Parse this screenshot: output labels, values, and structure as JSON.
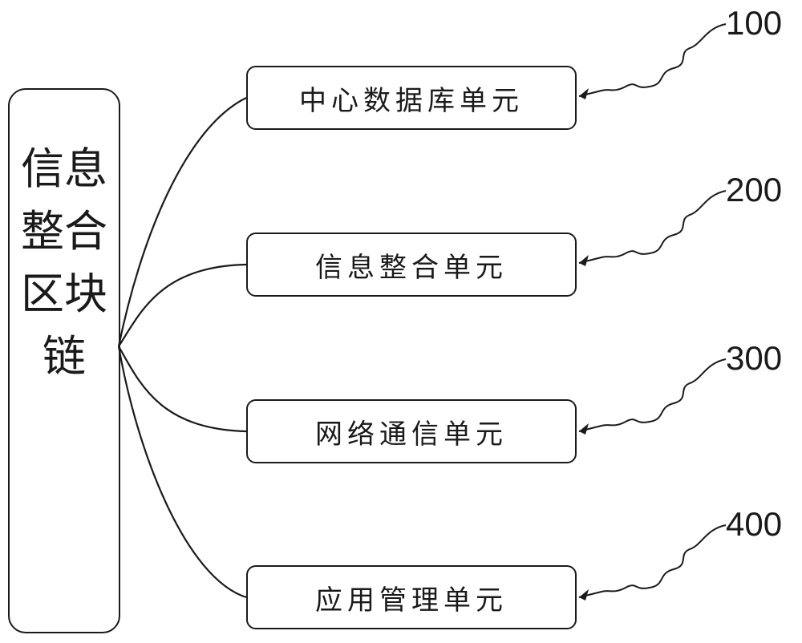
{
  "main_block": {
    "title": "信息整合区块链"
  },
  "units": [
    {
      "label": "中心数据库单元",
      "ref": "100"
    },
    {
      "label": "信息整合单元",
      "ref": "200"
    },
    {
      "label": "网络通信单元",
      "ref": "300"
    },
    {
      "label": "应用管理单元",
      "ref": "400"
    }
  ],
  "colors": {
    "line": "#1a1a1a",
    "background": "#ffffff"
  }
}
